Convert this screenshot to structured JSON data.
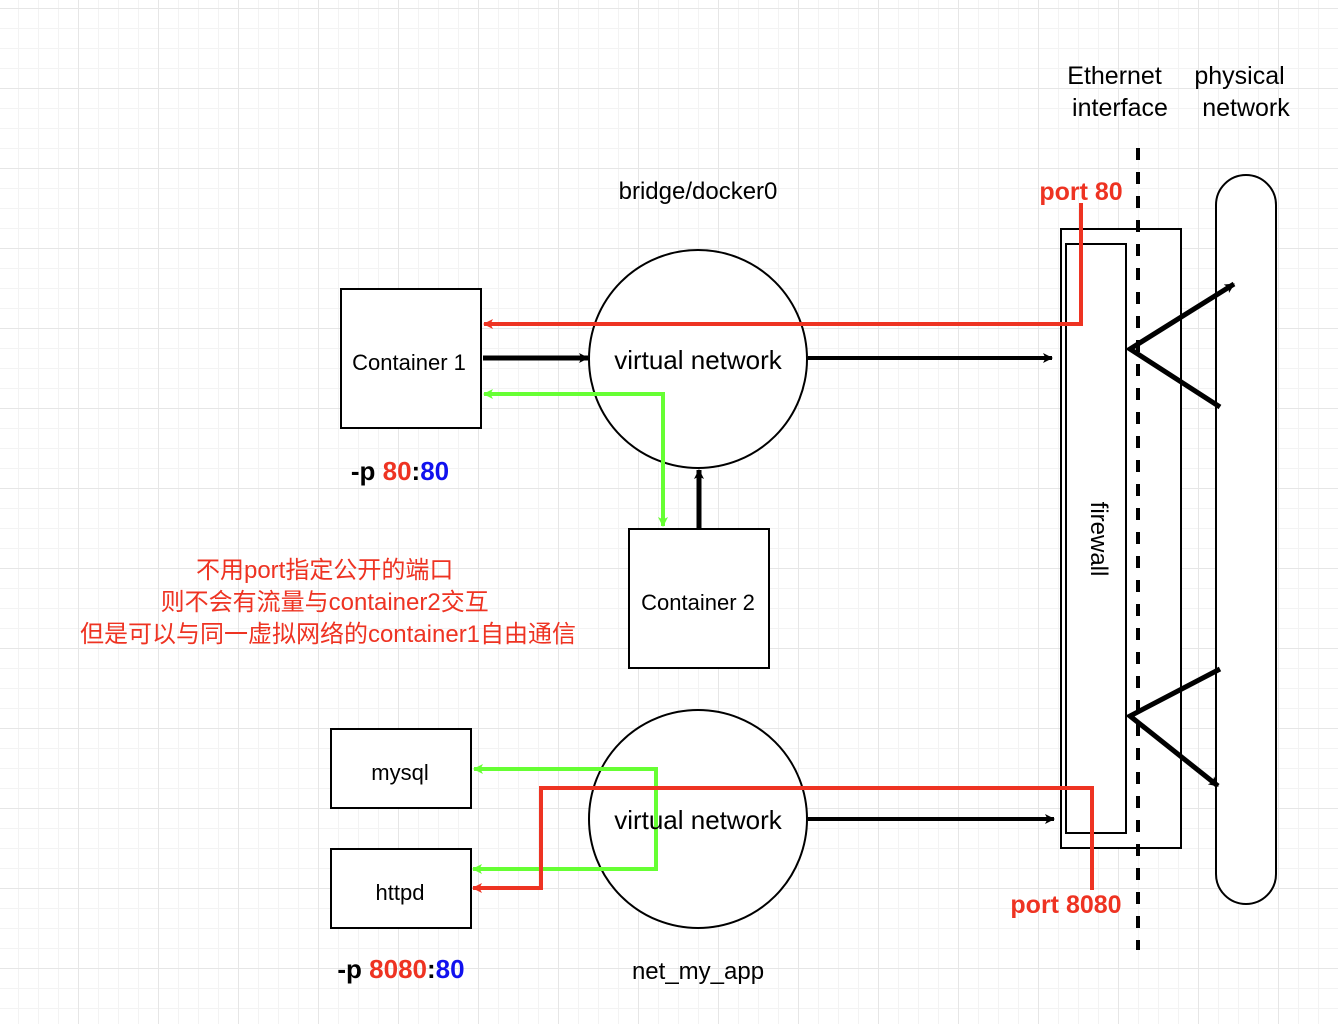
{
  "labels": {
    "ethernet_interface": [
      "Ethernet",
      "interface"
    ],
    "physical_network": [
      "physical",
      "network"
    ],
    "bridge": "bridge/docker0",
    "port80": "port 80",
    "port8080": "port 8080",
    "virtual_network_1": "virtual network",
    "virtual_network_2": "virtual network",
    "container1": "Container 1",
    "container2": "Container 2",
    "mysql": "mysql",
    "httpd": "httpd",
    "firewall": "firewall",
    "net_my_app": "net_my_app",
    "flag1": {
      "prefix": "-p ",
      "host": "80",
      "sep": ":",
      "container": "80"
    },
    "flag2": {
      "prefix": "-p ",
      "host": "8080",
      "sep": ":",
      "container": "80"
    },
    "note": [
      "不用port指定公开的端口",
      "则不会有流量与container2交互",
      "但是可以与同一虚拟网络的container1自由通信"
    ]
  },
  "colors": {
    "red": "#ee3322",
    "green": "#66ff33",
    "blue": "#1111ee",
    "black": "#000000"
  }
}
